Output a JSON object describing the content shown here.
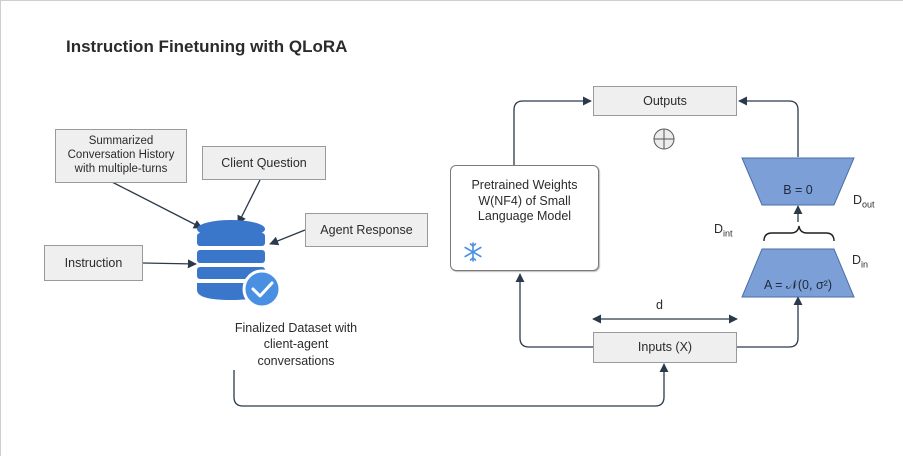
{
  "title": "Instruction Finetuning with QLoRA",
  "inputs": {
    "summarized": "Summarized\nConversation History\nwith multiple-turns",
    "client_question": "Client Question",
    "agent_response": "Agent Response",
    "instruction": "Instruction"
  },
  "dataset_caption": "Finalized Dataset with\nclient-agent\nconversations",
  "qlora": {
    "outputs": "Outputs",
    "inputs_x": "Inputs (X)",
    "pretrained": "Pretrained Weights\nW(NF4) of Small\nLanguage Model",
    "b_label": "B = 0",
    "a_label": "A = 𝒩(0, σ²)",
    "d_label": "d",
    "d_int": "D",
    "d_int_sub": "int",
    "d_out": "D",
    "d_out_sub": "out",
    "d_in": "D",
    "d_in_sub": "in"
  },
  "colors": {
    "trapezoid": "#7b9fd6",
    "trapezoid_stroke": "#4a6fa5",
    "database": "#3a76c9",
    "check": "#4a90e2",
    "line": "#2b3a4a"
  },
  "icons": [
    "database-icon",
    "checkmark-icon",
    "snowflake-icon",
    "circle-plus-icon"
  ]
}
